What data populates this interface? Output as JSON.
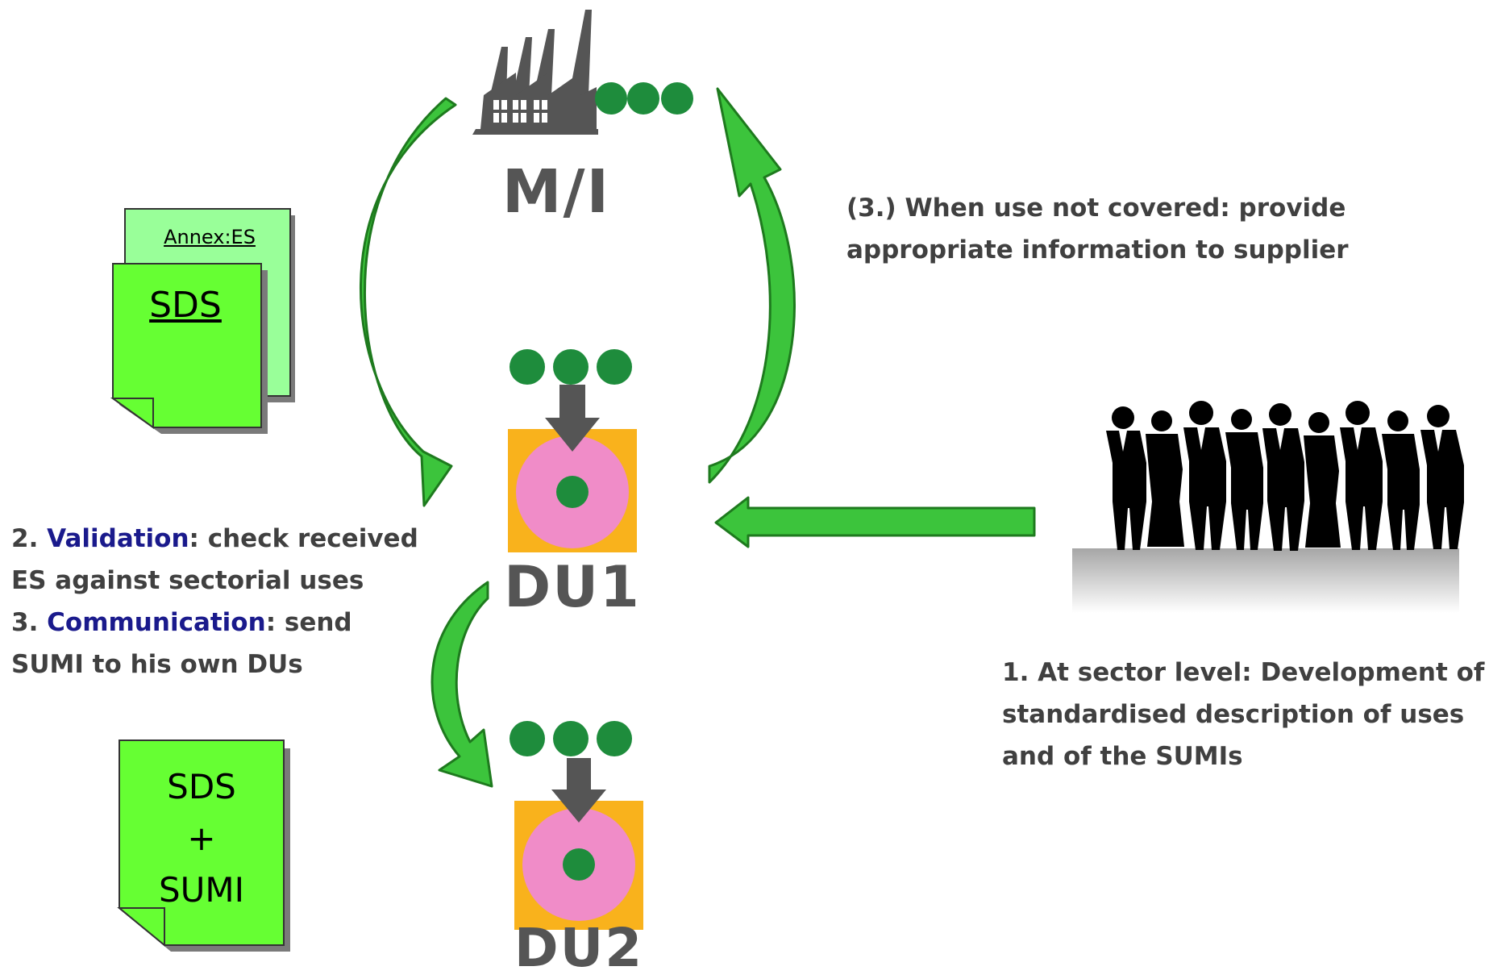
{
  "colors": {
    "green_arrow": "#3cc43c",
    "green_arrow_edge": "#1e7a1e",
    "doc_green": "#66ff33",
    "doc_green_back": "#99ff99",
    "dots_green": "#1e8c3c",
    "du_orange": "#f9b21c",
    "du_pink": "#f08cc8",
    "du_arrow_gray": "#555555",
    "text_gray": "#404040",
    "text_blue": "#1a1a8c"
  },
  "mi": {
    "label": "M/I",
    "icon": "factory-icon"
  },
  "du1": {
    "label": "DU1",
    "icon": "downstream-user-icon"
  },
  "du2": {
    "label": "DU2",
    "icon": "downstream-user-icon"
  },
  "sds_doc": {
    "back_label": "Annex:ES",
    "front_label": "SDS"
  },
  "sds_sumi_doc": {
    "line1": "SDS",
    "line2": "+",
    "line3": "SUMI"
  },
  "note_supplier": {
    "line1": "(3.) When use not covered: provide",
    "line2": "appropriate information to supplier"
  },
  "note_validation": {
    "step2_num": "2.",
    "step2_key": "Validation",
    "step2_rest": ": check received",
    "step2_line2": "ES against sectorial uses",
    "step3_num": "3.",
    "step3_key": "Communication",
    "step3_rest": ": send",
    "step3_line2": "SUMI to his own DUs"
  },
  "note_sector": {
    "line1": "1. At sector level: Development of",
    "line2": "standardised description of uses",
    "line3": "and of the SUMIs"
  },
  "people": {
    "icon": "people-silhouette-icon"
  }
}
